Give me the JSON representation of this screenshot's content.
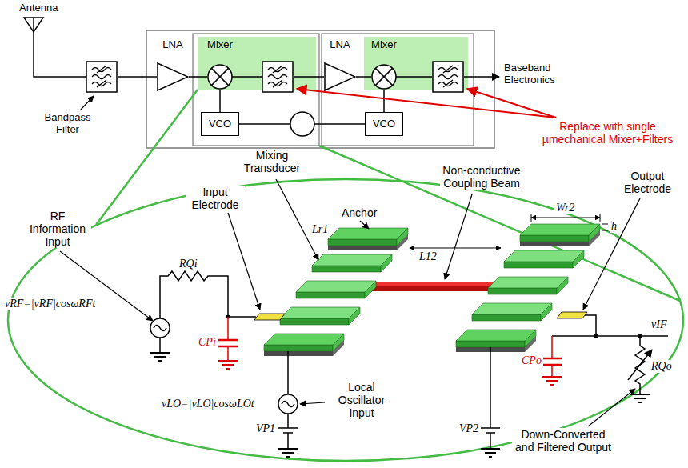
{
  "diagram": {
    "nodes": [
      {
        "text": [
          "LNA"
        ]
      },
      {
        "text": [
          "Mixer"
        ]
      },
      {
        "text": [
          "VCO"
        ]
      },
      {
        "text": [
          "LNA"
        ]
      },
      {
        "text": [
          "Mixer"
        ]
      },
      {
        "text": [
          "VCO"
        ]
      }
    ],
    "edges": [
      {
        "from": 0,
        "to": 1,
        "arrow": "none"
      },
      {
        "from": 2,
        "to": 1,
        "arrow": "none"
      },
      {
        "from": 3,
        "to": 4,
        "arrow": "none"
      },
      {
        "from": 5,
        "to": 4,
        "arrow": "none"
      },
      {
        "from": 2,
        "to": 5,
        "arrow": "none"
      }
    ],
    "labels": [
      "Antenna",
      "Bandpass Filter",
      "Baseband Electronics",
      "Replace with single µmechanical Mixer+Filters",
      "Mixing Transducer",
      "Non-conductive Coupling Beam",
      "Input Electrode",
      "Anchor",
      "Output Electrode",
      "RF Information Input",
      "Lr1",
      "L12",
      "Wr2",
      "h",
      "RQi",
      "vRF=|vRF|cosωRFt",
      "CPi",
      "vLO=|vLO|cosωLOt",
      "Local Oscillator Input",
      "VP1",
      "VP2",
      "CPo",
      "RQo",
      "vIF",
      "Down-Converted and Filtered Output"
    ]
  }
}
